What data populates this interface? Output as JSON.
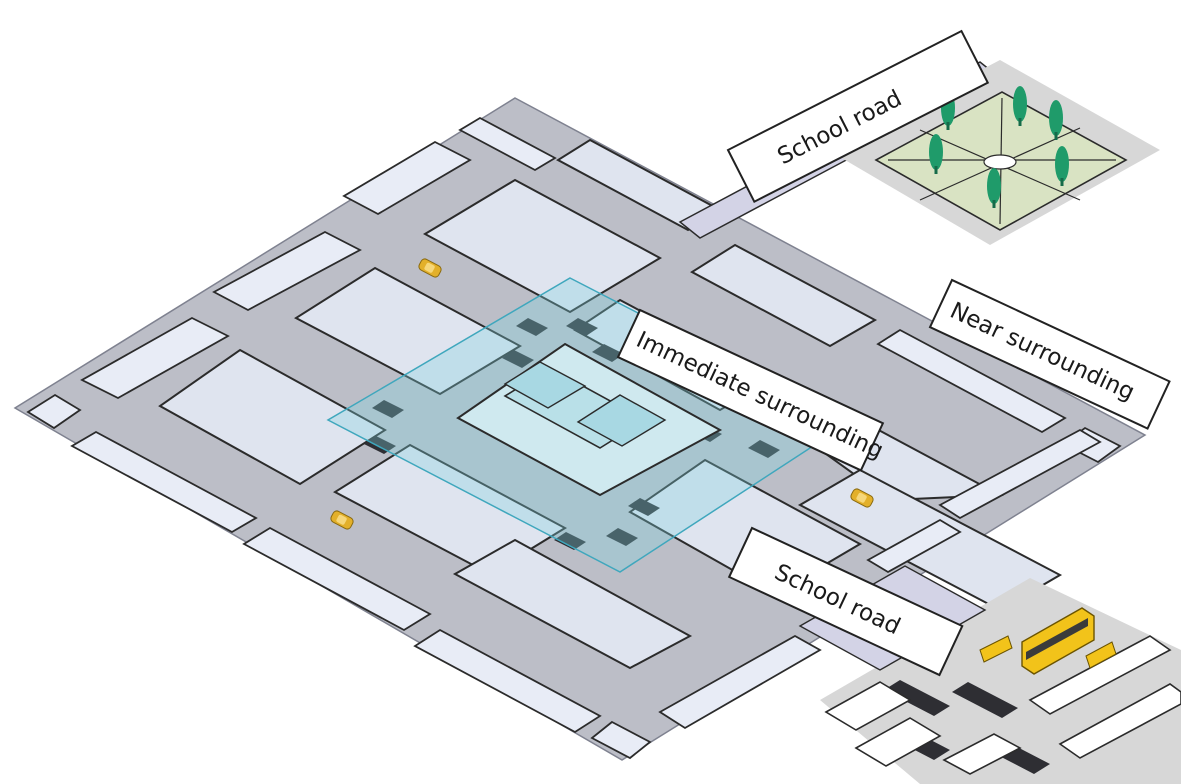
{
  "labels": {
    "school_road_top": "School road",
    "immediate": "Immediate surrounding",
    "near": "Near surrounding",
    "school_road_bottom": "School road"
  },
  "colors": {
    "road": "#bcbec7",
    "road_dark": "#a9abb5",
    "block_fill": "#dfe4ef",
    "block_inner": "#e8ecf6",
    "block_stroke": "#2b2b2b",
    "highlight": "#7fd2e0",
    "school": "#cfe9ef",
    "crossing": "#2e2e33",
    "car": "#e3b02a",
    "park": "#d9e3c3",
    "tree": "#1f9b6a",
    "bus": "#f2c31a"
  },
  "icons": [
    "car-icon",
    "bus-icon",
    "tree-icon",
    "bus-shelter-icon"
  ]
}
